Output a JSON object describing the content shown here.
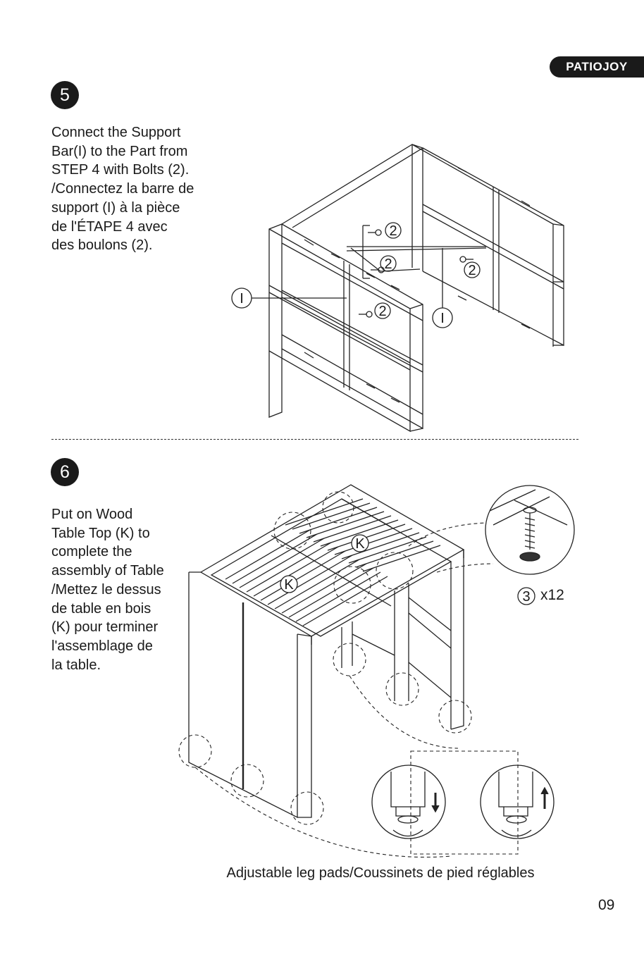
{
  "brand": {
    "logo_text": "PATIOJOY"
  },
  "step5": {
    "number": "5",
    "text": "Connect the Support\nBar(I) to the Part from\nSTEP 4 with Bolts (2).\n/Connectez la barre de\nsupport (I) à la pièce\nde l'ÉTAPE 4 avec\ndes boulons (2).",
    "callouts": {
      "bolt": "2",
      "part": "I"
    }
  },
  "step6": {
    "number": "6",
    "text": "Put on Wood\nTable Top (K) to\ncomplete the\nassembly of Table\n/Mettez le dessus\nde table en bois\n(K) pour terminer\nl'assemblage de\nla table.",
    "callouts": {
      "part": "K",
      "screw": "3"
    },
    "screw_quantity": "x12",
    "caption": "Adjustable leg pads/Coussinets de pied réglables"
  },
  "page_number": "09"
}
